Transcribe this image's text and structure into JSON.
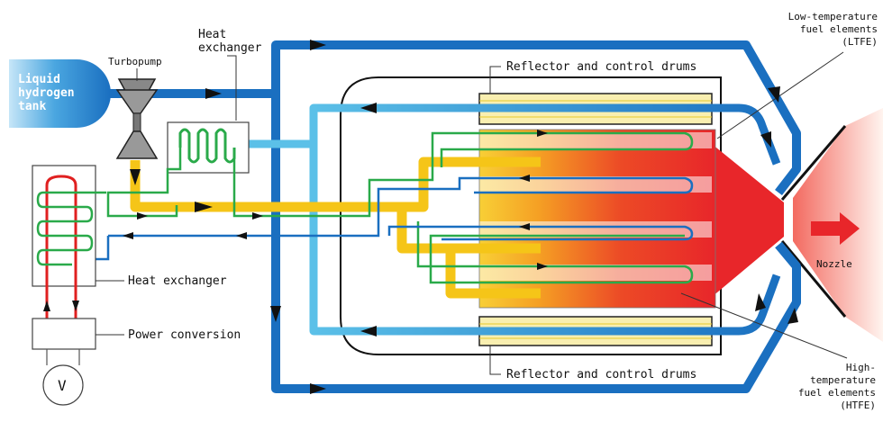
{
  "labels": {
    "tank": [
      "Liquid",
      "hydrogen",
      "tank"
    ],
    "turbopump": "Turbopump",
    "heat_exchanger_top": [
      "Heat",
      "exchanger"
    ],
    "heat_exchanger_left": "Heat exchanger",
    "power_conversion": "Power conversion",
    "voltmeter": "V",
    "reflector_top": "Reflector and control drums",
    "reflector_bottom": "Reflector and control drums",
    "ltfe": [
      "Low-temperature",
      "fuel elements",
      "(LTFE)"
    ],
    "htfe": [
      "High-",
      "temperature",
      "fuel elements",
      "(HTFE)"
    ],
    "nozzle": "Nozzle"
  },
  "colors": {
    "hydrogen_blue": "#1a6fc0",
    "light_blue": "#5bc0e8",
    "hot_yellow": "#f5c518",
    "loop_green": "#2aaa4a",
    "loop_blue": "#1a6fc0",
    "loop_red": "#e02020",
    "core_red": "#e8262a",
    "reflector_fill": "#f9efb0"
  }
}
